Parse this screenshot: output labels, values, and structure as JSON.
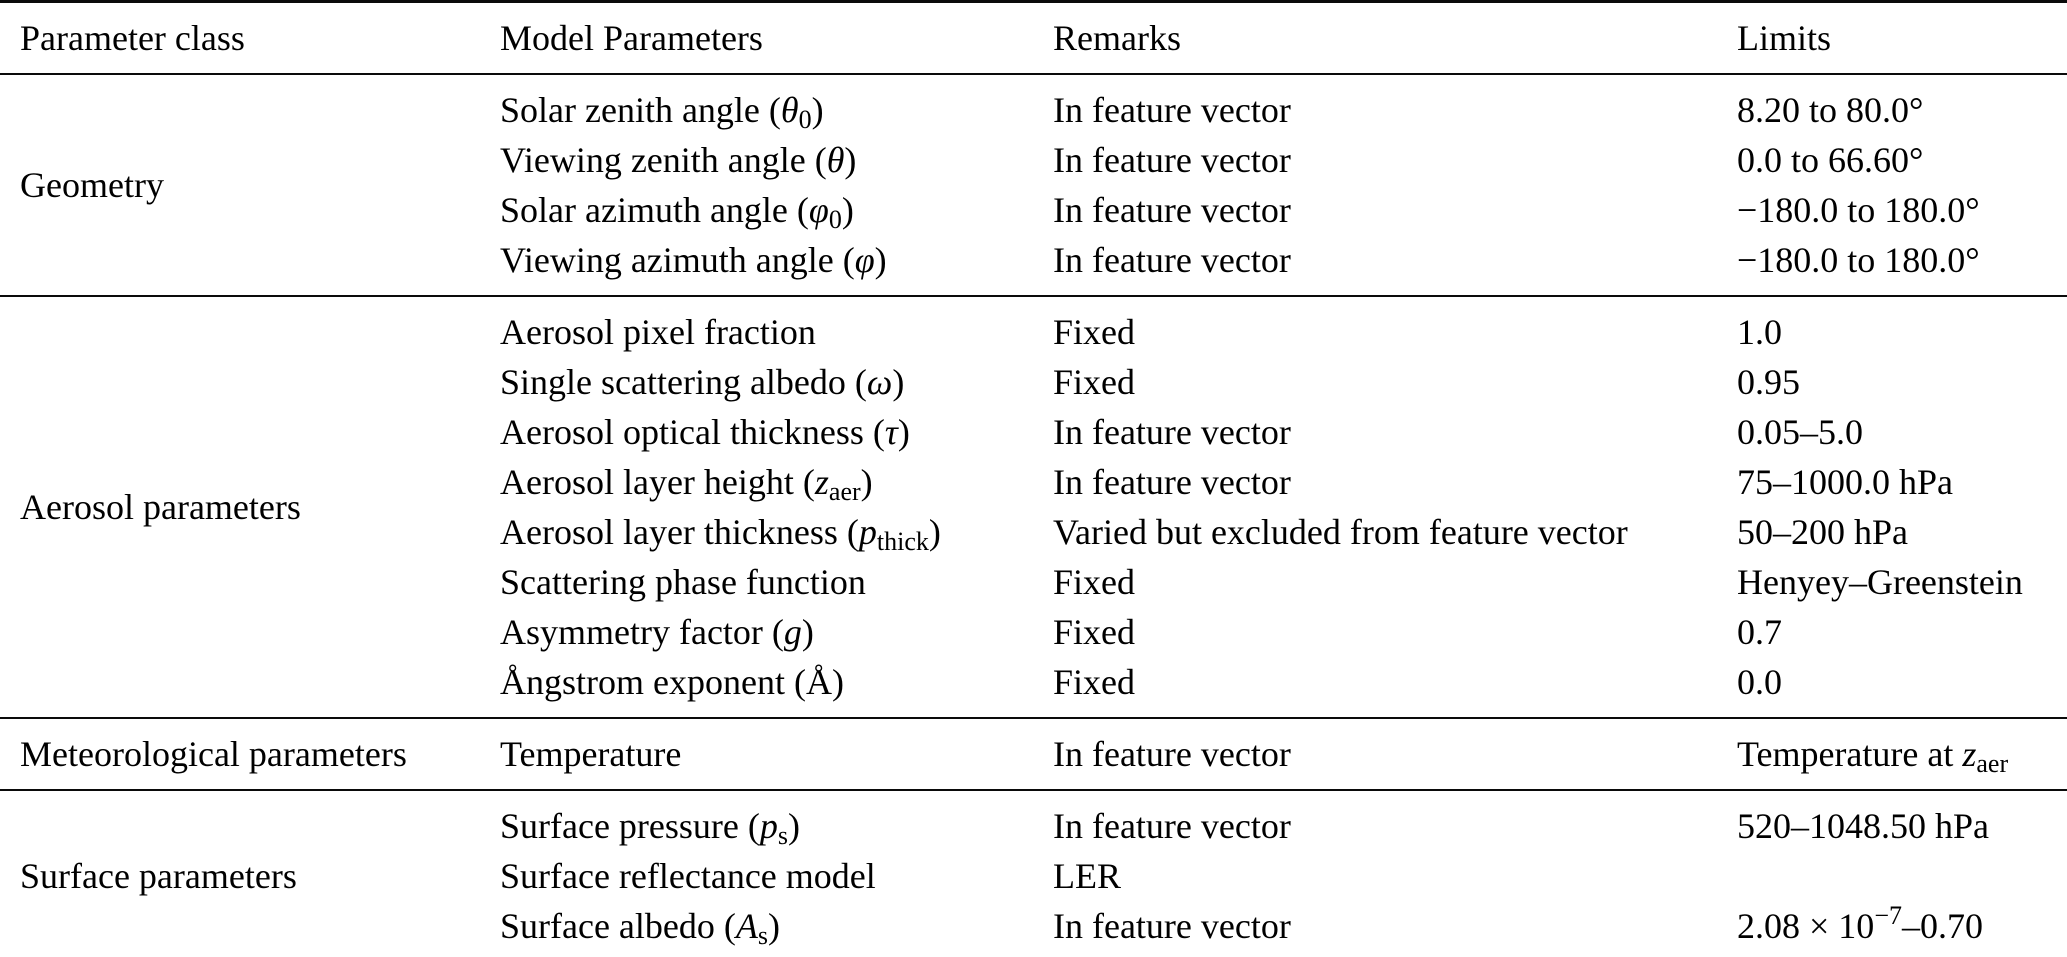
{
  "page": {
    "background": "#ffffff",
    "text_color": "#000000",
    "rule_color": "#0a0a0a"
  },
  "table": {
    "columns": [
      "Parameter class",
      "Model Parameters",
      "Remarks",
      "Limits"
    ],
    "sections": [
      {
        "id": "geometry",
        "label": "Geometry",
        "rows": [
          {
            "param_html": "Solar zenith angle (<i>θ</i><sub>0</sub>)",
            "remark": "In feature vector",
            "limit_html": "8.20 to 80.0°"
          },
          {
            "param_html": "Viewing zenith angle (<i>θ</i>)",
            "remark": "In feature vector",
            "limit_html": "0.0 to 66.60°"
          },
          {
            "param_html": "Solar azimuth angle (<i>φ</i><sub>0</sub>)",
            "remark": "In feature vector",
            "limit_html": "−180.0 to 180.0°"
          },
          {
            "param_html": "Viewing azimuth angle (<i>φ</i>)",
            "remark": "In feature vector",
            "limit_html": "−180.0 to 180.0°"
          }
        ]
      },
      {
        "id": "aerosol-parameters",
        "label": "Aerosol parameters",
        "rows": [
          {
            "param_html": "Aerosol pixel fraction",
            "remark": "Fixed",
            "limit_html": "1.0"
          },
          {
            "param_html": "Single scattering albedo (<i>ω</i>)",
            "remark": "Fixed",
            "limit_html": "0.95"
          },
          {
            "param_html": "Aerosol optical thickness (<i>τ</i>)",
            "remark": "In feature vector",
            "limit_html": "0.05–5.0"
          },
          {
            "param_html": "Aerosol layer height (<i>z</i><sub>aer</sub>)",
            "remark": "In feature vector",
            "limit_html": "75–1000.0 hPa"
          },
          {
            "param_html": "Aerosol layer thickness (<i>p</i><sub>thick</sub>)",
            "remark": "Varied but excluded from feature vector",
            "limit_html": "50–200 hPa"
          },
          {
            "param_html": "Scattering phase function",
            "remark": "Fixed",
            "limit_html": "Henyey–Greenstein"
          },
          {
            "param_html": "Asymmetry factor (<i>g</i>)",
            "remark": "Fixed",
            "limit_html": "0.7"
          },
          {
            "param_html": "Ångstrom exponent (Å)",
            "remark": "Fixed",
            "limit_html": "0.0"
          }
        ]
      },
      {
        "id": "meteorological-parameters",
        "label": "Meteorological parameters",
        "rows": [
          {
            "param_html": "Temperature",
            "remark": "In feature vector",
            "limit_html": "Temperature at <i>z</i><sub>aer</sub>"
          }
        ]
      },
      {
        "id": "surface-parameters",
        "label": "Surface parameters",
        "rows": [
          {
            "param_html": "Surface pressure (<i>p</i><sub>s</sub>)",
            "remark": "In feature vector",
            "limit_html": "520–1048.50 hPa"
          },
          {
            "param_html": "Surface reflectance model",
            "remark": "LER",
            "limit_html": ""
          },
          {
            "param_html": "Surface albedo (<i>A</i><sub>s</sub>)",
            "remark": "In feature vector",
            "limit_html": "2.08 × 10<sup>−7</sup>–0.70"
          }
        ]
      }
    ]
  }
}
